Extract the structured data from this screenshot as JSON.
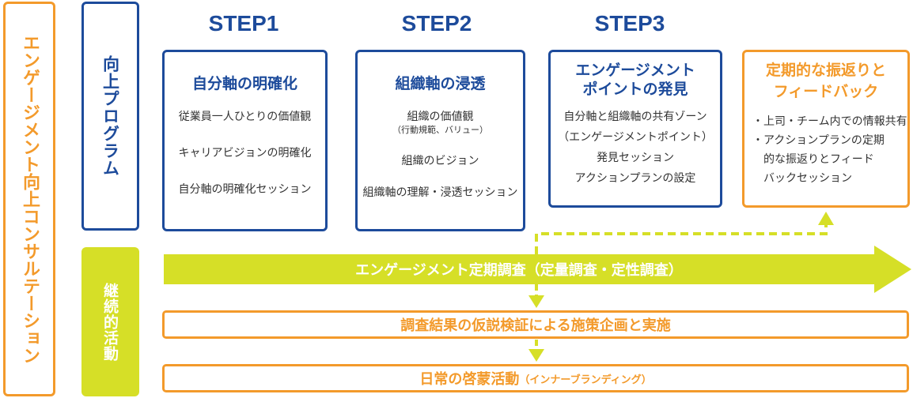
{
  "side_label": "エンゲージメント向上コンサルテーション",
  "program_label": "向上プログラム",
  "continuous_label": "継続的活動",
  "steps": [
    {
      "step": "STEP1",
      "title": "自分軸の明確化",
      "items": [
        "従業員一人ひとりの価値観",
        "キャリアビジョンの明確化",
        "自分軸の明確化セッション"
      ]
    },
    {
      "step": "STEP2",
      "title": "組織軸の浸透",
      "items": [
        "組織の価値観",
        "組織のビジョン",
        "組織軸の理解・浸透セッション"
      ],
      "sub": "（行動規範、バリュー）"
    },
    {
      "step": "STEP3",
      "title_line1": "エンゲージメント",
      "title_line2": "ポイントの発見",
      "items": [
        "自分軸と組織軸の共有ゾーン",
        "（エンゲージメントポイント）",
        "発見セッション",
        "アクションプランの設定"
      ]
    }
  ],
  "review": {
    "title_line1": "定期的な振返りと",
    "title_line2": "フィードバック",
    "bullets": [
      "・上司・チーム内での情報共有",
      "・アクションプランの定期",
      "　的な振返りとフィード",
      "　バックセッション"
    ]
  },
  "survey_arrow": "エンゲージメント定期調査（定量調査・定性調査）",
  "bar1": "調査結果の仮説検証による施策企画と実施",
  "bar2_main": "日常の啓蒙活動",
  "bar2_small": "（インナーブランディング）",
  "colors": {
    "navy": "#1d4b9b",
    "orange": "#f39a2b",
    "lime": "#d6df27"
  }
}
